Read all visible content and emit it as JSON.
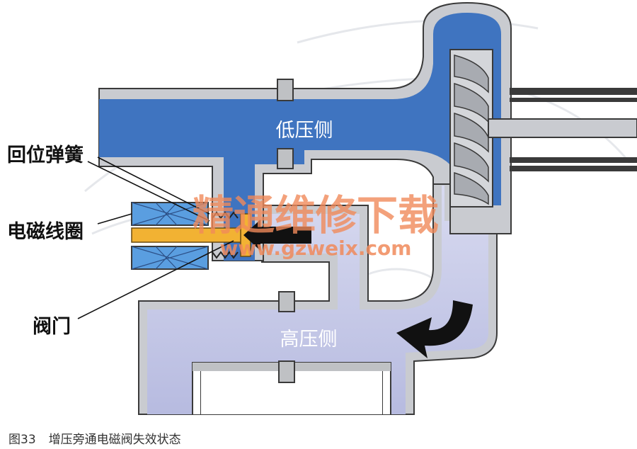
{
  "labels": {
    "low_pressure": "低压侧",
    "high_pressure": "高压侧",
    "return_spring": "回位弹簧",
    "solenoid_coil": "电磁线圈",
    "valve": "阀门"
  },
  "watermark": {
    "main": "精通维修下载",
    "url": "www.gzweix.com"
  },
  "caption": {
    "figure_number": "图33",
    "text": "增压旁通电磁阀失效状态"
  },
  "colors": {
    "low_pressure_fill": "#3f74c0",
    "high_pressure_fill": "#c6c9e6",
    "wall_outer": "#3a3a3a",
    "wall_inner": "#bfc1c4",
    "valve_yellow": "#f2b233",
    "coil_blue": "#5a9ee0",
    "watermark": "#f08a5a"
  }
}
